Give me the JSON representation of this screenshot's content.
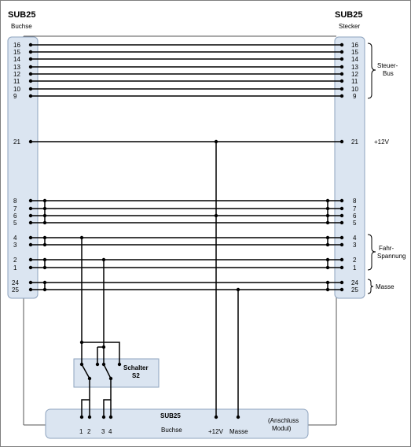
{
  "left_connector": {
    "title": "SUB25",
    "subtitle": "Buchse"
  },
  "right_connector": {
    "title": "SUB25",
    "subtitle": "Stecker"
  },
  "pins": [
    "16",
    "15",
    "14",
    "13",
    "12",
    "11",
    "10",
    "9",
    "21",
    "8",
    "7",
    "6",
    "5",
    "4",
    "3",
    "2",
    "1",
    "24",
    "25"
  ],
  "groups": {
    "steuer_bus": [
      "Steuer-",
      "Bus"
    ],
    "plus12v": "+12V",
    "fahrspannung": [
      "Fahr-",
      "Spannung"
    ],
    "masse": "Masse"
  },
  "switch": {
    "title": "Schalter",
    "name": "S2"
  },
  "bottom_connector": {
    "title": "SUB25",
    "subtitle": "Buchse",
    "pin_labels": [
      "1",
      "2",
      "3",
      "4"
    ],
    "plus12v": "+12V",
    "masse": "Masse",
    "note": [
      "(Anschluss",
      "Modul)"
    ]
  },
  "colors": {
    "box_fill": "#dbe5f1",
    "box_stroke": "#8ea3be",
    "wire": "#000000"
  }
}
